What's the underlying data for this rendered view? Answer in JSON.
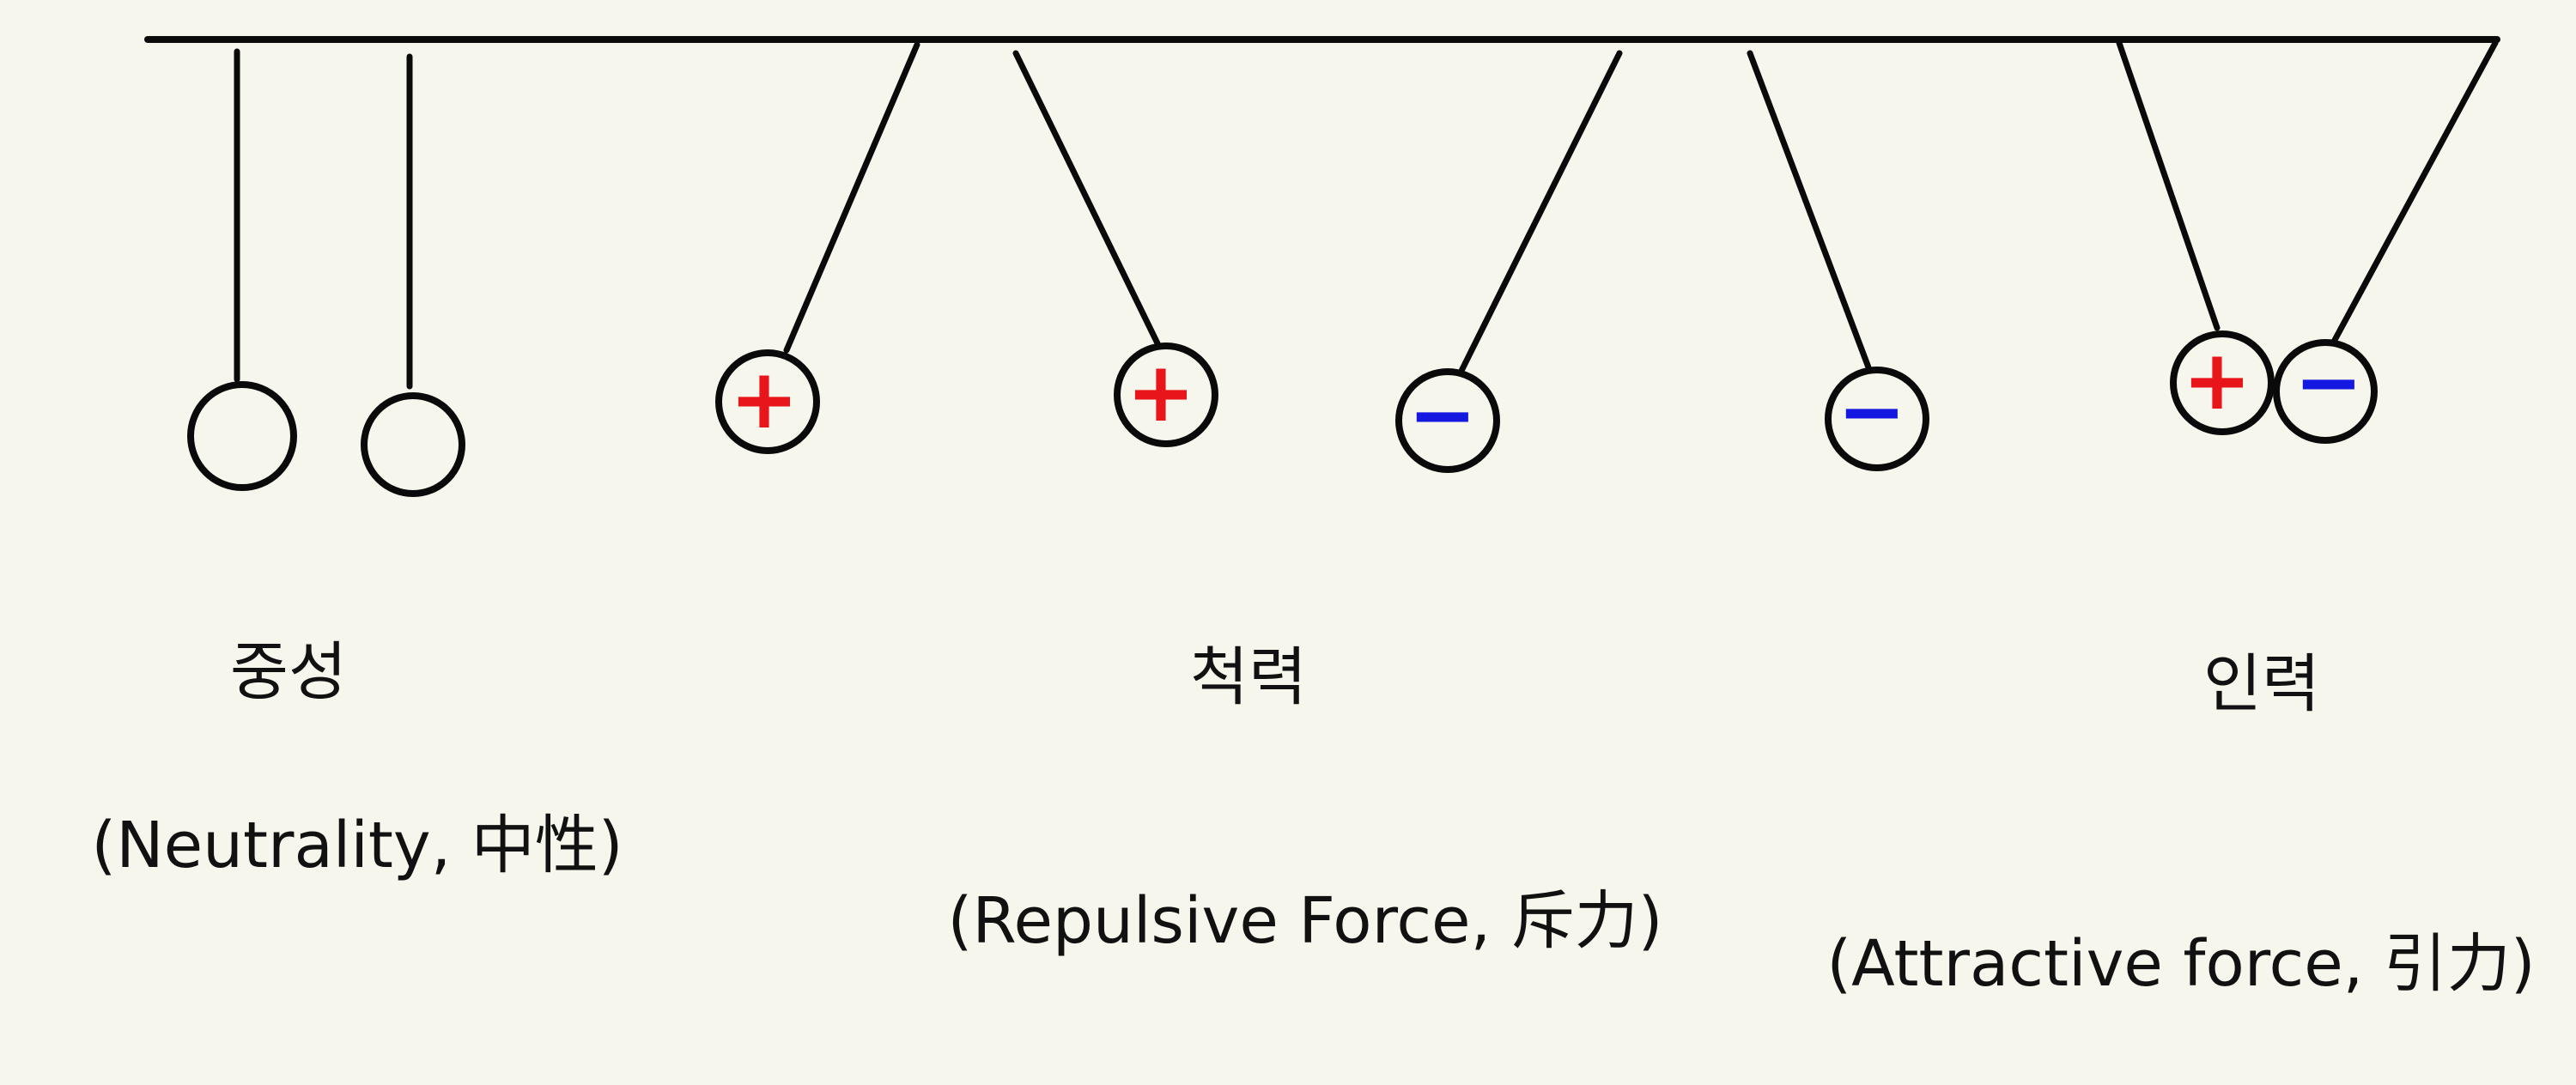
{
  "colors": {
    "background": "#f7f6ec",
    "ink": "#0a0a0a",
    "positive": "#e8161b",
    "negative": "#1418e0"
  },
  "charges": {
    "positive_symbol": "+",
    "negative_symbol": "−"
  },
  "groups": [
    {
      "id": "neutrality",
      "korean": "중성",
      "english": "(Neutrality, 中性)",
      "balls": [
        "neutral",
        "neutral"
      ]
    },
    {
      "id": "repulsive",
      "korean": "척력",
      "english": "(Repulsive Force, 斥力)",
      "balls": [
        "positive",
        "positive",
        "negative",
        "negative"
      ]
    },
    {
      "id": "attractive",
      "korean": "인력",
      "english": "(Attractive force, 引力)",
      "balls": [
        "positive",
        "negative"
      ]
    }
  ]
}
